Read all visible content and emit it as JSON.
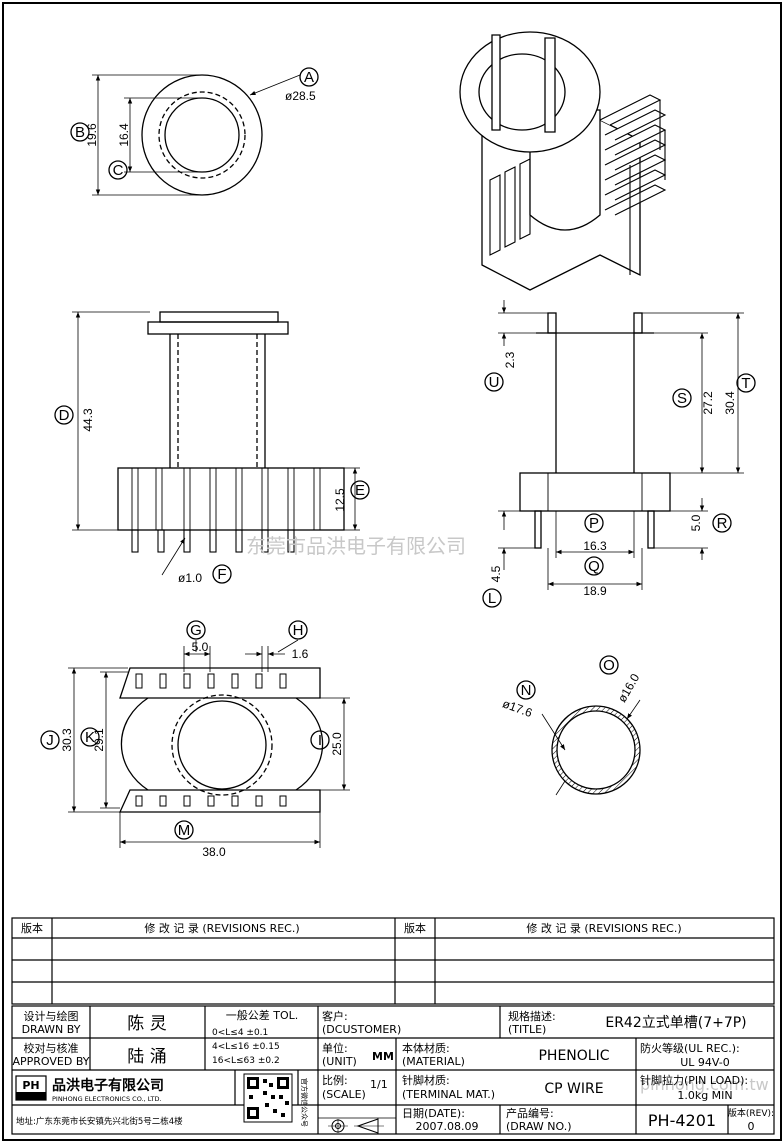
{
  "views": {
    "top": {
      "diam_label": "A",
      "diam": "ø28.5",
      "b_label": "B",
      "b_val": "19.6",
      "c_label": "C",
      "c_val": "16.4"
    },
    "front": {
      "d_label": "D",
      "d_val": "44.3",
      "e_label": "E",
      "e_val": "12.5",
      "f_label": "F",
      "pin_diam": "ø1.0"
    },
    "side": {
      "u_label": "U",
      "u_val": "2.3",
      "s_label": "S",
      "s_val": "27.2",
      "t_label": "T",
      "t_val": "30.4",
      "r_label": "R",
      "r_val": "5.0",
      "p_label": "P",
      "p_val": "16.3",
      "q_label": "Q",
      "q_val": "18.9",
      "l_label": "L",
      "l_val": "4.5"
    },
    "bottom": {
      "g_label": "G",
      "g_val": "5.0",
      "h_label": "H",
      "h_val": "1.6",
      "j_label": "J",
      "j_val": "30.3",
      "k_label": "K",
      "k_val": "29.1",
      "i_label": "I",
      "i_val": "25.0",
      "m_label": "M",
      "m_val": "38.0"
    },
    "ring": {
      "o_label": "O",
      "o_val": "ø16.0",
      "n_label": "N",
      "n_val": "ø17.6"
    }
  },
  "watermark": "东莞市品洪电子有限公司",
  "watermark_right": "pinhong.com.tw",
  "revisions": {
    "col_no": "版本",
    "col_rec": "修 改 记 录 (REVISIONS REC.)"
  },
  "title_block": {
    "drawn_cn": "设计与绘图",
    "drawn_en": "DRAWN BY",
    "drawn_name": "陈 灵",
    "approved_cn": "校对与核准",
    "approved_en": "APPROVED BY",
    "approved_name": "陆 涌",
    "tol_title": "一般公差 TOL.",
    "tol1": "0<L≤4    ±0.1",
    "tol2": "4<L≤16   ±0.15",
    "tol3": "16<L≤63  ±0.2",
    "customer_cn": "客户:",
    "customer_en": "(DCUSTOMER)",
    "title_cn": "规格描述:",
    "title_en": "(TITLE)",
    "title_val": "ER42立式单槽(7+7P)",
    "unit_cn": "单位:",
    "unit_en": "(UNIT)",
    "unit_val": "MM",
    "material_cn": "本体材质:",
    "material_en": "(MATERIAL)",
    "material_val": "PHENOLIC",
    "ul_cn": "防火等级(UL REC.):",
    "ul_val": "UL 94V-0",
    "scale_cn": "比例:",
    "scale_en": "(SCALE)",
    "scale_val": "1/1",
    "terminal_cn": "针脚材质:",
    "terminal_en": "(TERMINAL MAT.)",
    "terminal_val": "CP WIRE",
    "pinload_cn": "针脚拉力(PIN LOAD):",
    "pinload_val": "1.0kg MIN",
    "date_cn": "日期(DATE):",
    "date_val": "2007.08.09",
    "drawno_cn": "产品编号:",
    "drawno_en": "(DRAW NO.)",
    "drawno_val": "PH-4201",
    "rev_cn": "版本(REV):",
    "rev_val": "0",
    "company_cn": "品洪电子有限公司",
    "company_en": "PINHONG ELECTRONICS CO., LTD.",
    "logo": "PH",
    "qr_caption": "官方微信公众号",
    "address": "地址:广东东莞市长安镇先兴北街5号二栋4楼"
  }
}
